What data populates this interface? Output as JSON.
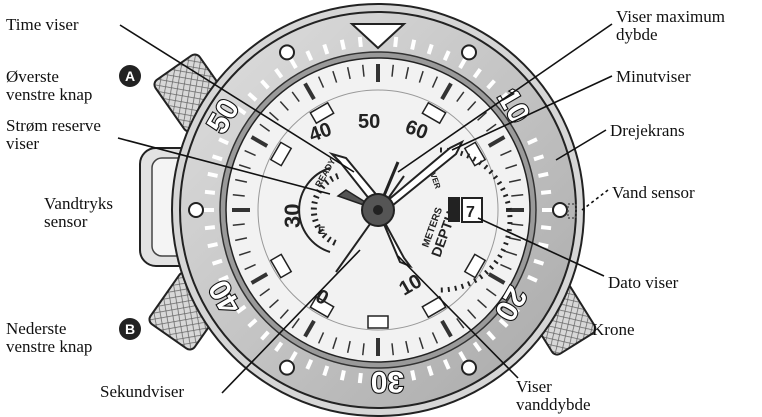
{
  "labels": {
    "time_viser": "Time viser",
    "overste_1": "Øverste",
    "overste_2": "venstre knap",
    "strom_1": "Strøm reserve",
    "strom_2": "viser",
    "vandtryk_1": "Vandtryks",
    "vandtryk_2": "sensor",
    "nederste_1": "Nederste",
    "nederste_2": "venstre knap",
    "sekundviser": "Sekundviser",
    "viser_max_1": "Viser maximum",
    "viser_max_2": "dybde",
    "minutviser": "Minutviser",
    "drejekrans": "Drejekrans",
    "vand_sensor": "Vand sensor",
    "dato_viser": "Dato viser",
    "krone": "Krone",
    "viser_vand_1": "Viser",
    "viser_vand_2": "vanddybde"
  },
  "badges": {
    "top": "A",
    "bottom": "B"
  },
  "bezel_numbers": {
    "n10": "10",
    "n20": "20",
    "n30": "30",
    "n40": "40",
    "n50": "50"
  },
  "dial_numbers": {
    "d50": "50",
    "d40": "40",
    "d60": "60",
    "d30": "30",
    "d10": "10",
    "d0": "0"
  },
  "dial_text": {
    "ready": "READY",
    "empty": "E",
    "over": "OVER",
    "meters": "METERS",
    "depth": "DEPTH",
    "date": "7"
  },
  "colors": {
    "bezel": "#c8c8c8",
    "dial": "#f2f2f2",
    "ink": "#111111",
    "hands": "#555555"
  }
}
